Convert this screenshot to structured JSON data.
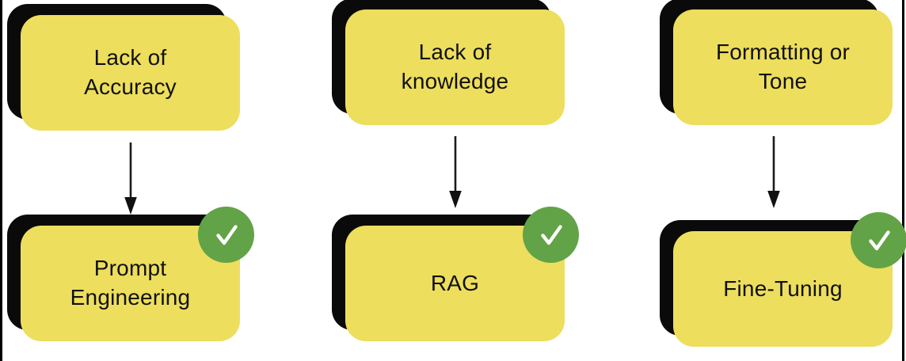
{
  "diagram": {
    "title": "LLM issue to mitigation technique mapping",
    "type": "flowchart",
    "colors": {
      "node_fill": "#edde5d",
      "node_shadow": "#0a0a0a",
      "badge_green": "#62a347",
      "check_white": "#ffffff",
      "text": "#111111",
      "background": "#ffffff",
      "frame_rule": "#000000"
    },
    "columns": [
      {
        "id": "accuracy",
        "problem": {
          "label": "Lack of\nAccuracy",
          "name": "lack-of-accuracy"
        },
        "connector": {
          "name": "arrow-accuracy",
          "direction": "down"
        },
        "solution": {
          "label": "Prompt\nEngineering",
          "name": "prompt-engineering",
          "badge": "check-mark",
          "badge_state": "selected"
        }
      },
      {
        "id": "knowledge",
        "problem": {
          "label": "Lack of\nknowledge",
          "name": "lack-of-knowledge"
        },
        "connector": {
          "name": "arrow-knowledge",
          "direction": "down"
        },
        "solution": {
          "label": "RAG",
          "name": "rag",
          "badge": "check-mark",
          "badge_state": "selected"
        }
      },
      {
        "id": "formatting",
        "problem": {
          "label": "Formatting or\nTone",
          "name": "formatting-or-tone"
        },
        "connector": {
          "name": "arrow-formatting",
          "direction": "down"
        },
        "solution": {
          "label": "Fine-Tuning",
          "name": "fine-tuning",
          "badge": "check-mark",
          "badge_state": "selected"
        }
      }
    ]
  }
}
